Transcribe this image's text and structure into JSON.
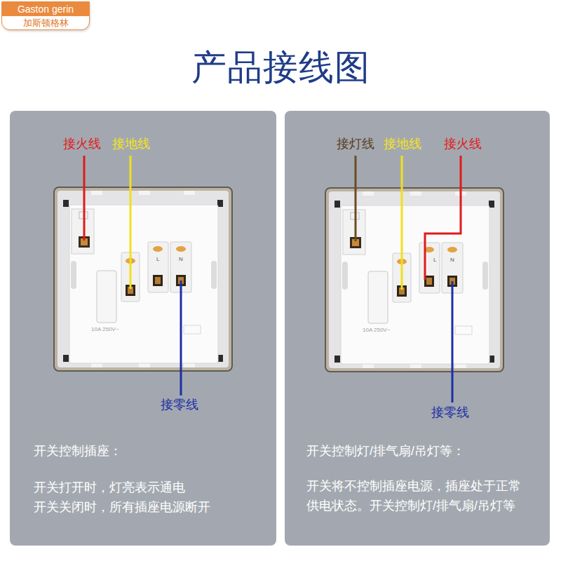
{
  "diagram": {
    "title": "产品接线图",
    "nodes": [
      {
        "text": [
          "Gaston gerin",
          "加斯顿格林"
        ]
      },
      {
        "text": [
          "开关控制插座：",
          "开关打开时，灯亮表示通电",
          "开关关闭时，所有插座电源断开"
        ]
      },
      {
        "text": [
          "开关控制灯/排气扇/吊灯等：",
          "开关将不控制插座电源，插座处于正常 供电状态。开关控制灯/排气扇/吊灯等"
        ]
      }
    ],
    "labels": [
      "接火线",
      "接地线",
      "接零线",
      "L",
      "N",
      "10A 250V~",
      "接灯线",
      "接地线",
      "接火线",
      "接零线",
      "L",
      "N",
      "10A 250V~"
    ]
  }
}
